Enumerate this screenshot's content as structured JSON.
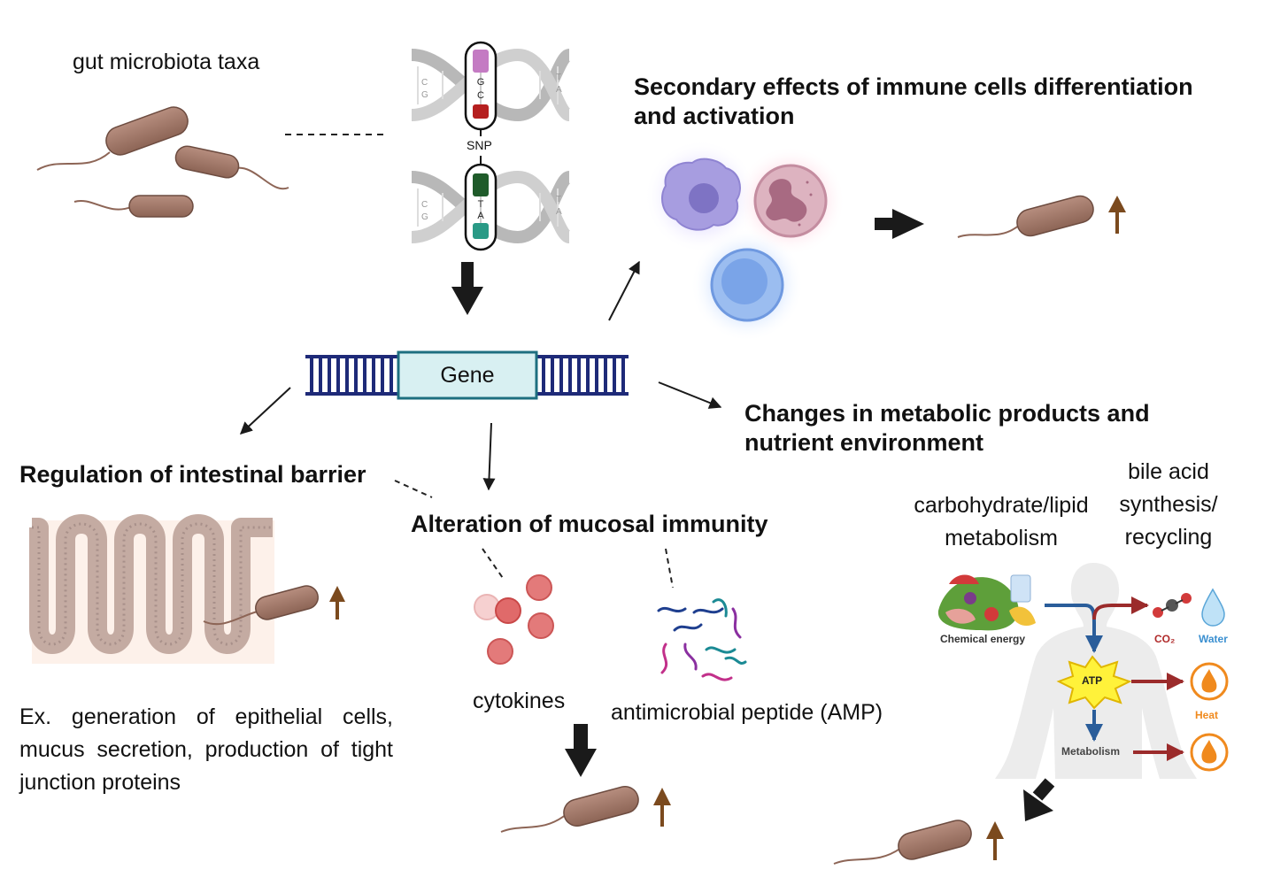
{
  "labels": {
    "gut_microbiota": "gut microbiota taxa",
    "snp": "SNP",
    "dna_top_pair": [
      "G",
      "C"
    ],
    "dna_bottom_pair": [
      "T",
      "A"
    ],
    "dna_side_left": [
      "C",
      "G"
    ],
    "dna_side_right": [
      "T",
      "A"
    ],
    "gene": "Gene",
    "immune_heading": "Secondary effects of immune cells differentiation and activation",
    "metabolic_heading": "Changes in metabolic products and nutrient environment",
    "barrier_heading": "Regulation of intestinal barrier",
    "mucosal_heading": "Alteration of mucosal immunity",
    "barrier_examples": "Ex. generation of epithelial cells, mucus secretion, production of tight junction proteins",
    "cytokines": "cytokines",
    "amp": "antimicrobial peptide (AMP)",
    "carb_lipid": "carbohydrate/lipid metabolism",
    "bile_acid": "bile acid synthesis/ recycling",
    "chemical_energy": "Chemical energy",
    "co2": "CO₂",
    "water": "Water",
    "atp": "ATP",
    "heat": "Heat",
    "metabolism": "Metabolism"
  },
  "colors": {
    "bacterium": "#a47b6c",
    "increase_arrow": "#7b4a1e",
    "dna_ladder": "#1e2a78",
    "gene_box": "#d8f0f2",
    "gene_border": "#1e6f80",
    "snp_gc": "#b03030",
    "snp_ta": "#1e7a5a",
    "heat_orange": "#f08a1e",
    "water_blue": "#3a8fd0"
  },
  "icons": [
    "bacterium-icon",
    "dna-helix-icon",
    "macrophage-icon",
    "neutrophil-icon",
    "lymphocyte-icon",
    "intestinal-villi-icon",
    "cytokine-icon",
    "peptide-icon",
    "food-icon",
    "human-body-icon",
    "co2-molecule-icon",
    "water-drop-icon",
    "flame-icon",
    "up-arrow-icon"
  ]
}
